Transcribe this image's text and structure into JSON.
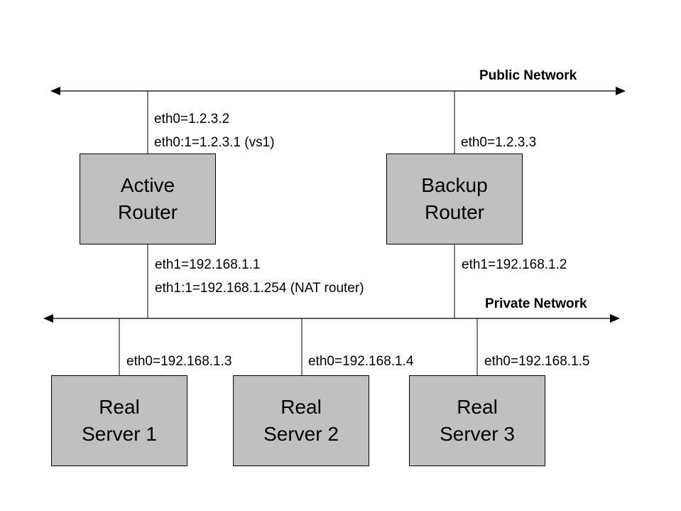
{
  "networks": {
    "public": {
      "title": "Public Network"
    },
    "private": {
      "title": "Private Network"
    }
  },
  "routers": {
    "active": {
      "name_line1": "Active",
      "name_line2": "Router",
      "eth0": "eth0=1.2.3.2",
      "eth0_alias": "eth0:1=1.2.3.1 (vs1)",
      "eth1": "eth1=192.168.1.1",
      "eth1_alias": "eth1:1=192.168.1.254 (NAT router)"
    },
    "backup": {
      "name_line1": "Backup",
      "name_line2": "Router",
      "eth0": "eth0=1.2.3.3",
      "eth1": "eth1=192.168.1.2"
    }
  },
  "servers": [
    {
      "name_line1": "Real",
      "name_line2": "Server 1",
      "eth0": "eth0=192.168.1.3"
    },
    {
      "name_line1": "Real",
      "name_line2": "Server 2",
      "eth0": "eth0=192.168.1.4"
    },
    {
      "name_line1": "Real",
      "name_line2": "Server 3",
      "eth0": "eth0=192.168.1.5"
    }
  ],
  "colors": {
    "node_fill": "#c0c0c0",
    "line": "#000000",
    "background": "#ffffff"
  }
}
